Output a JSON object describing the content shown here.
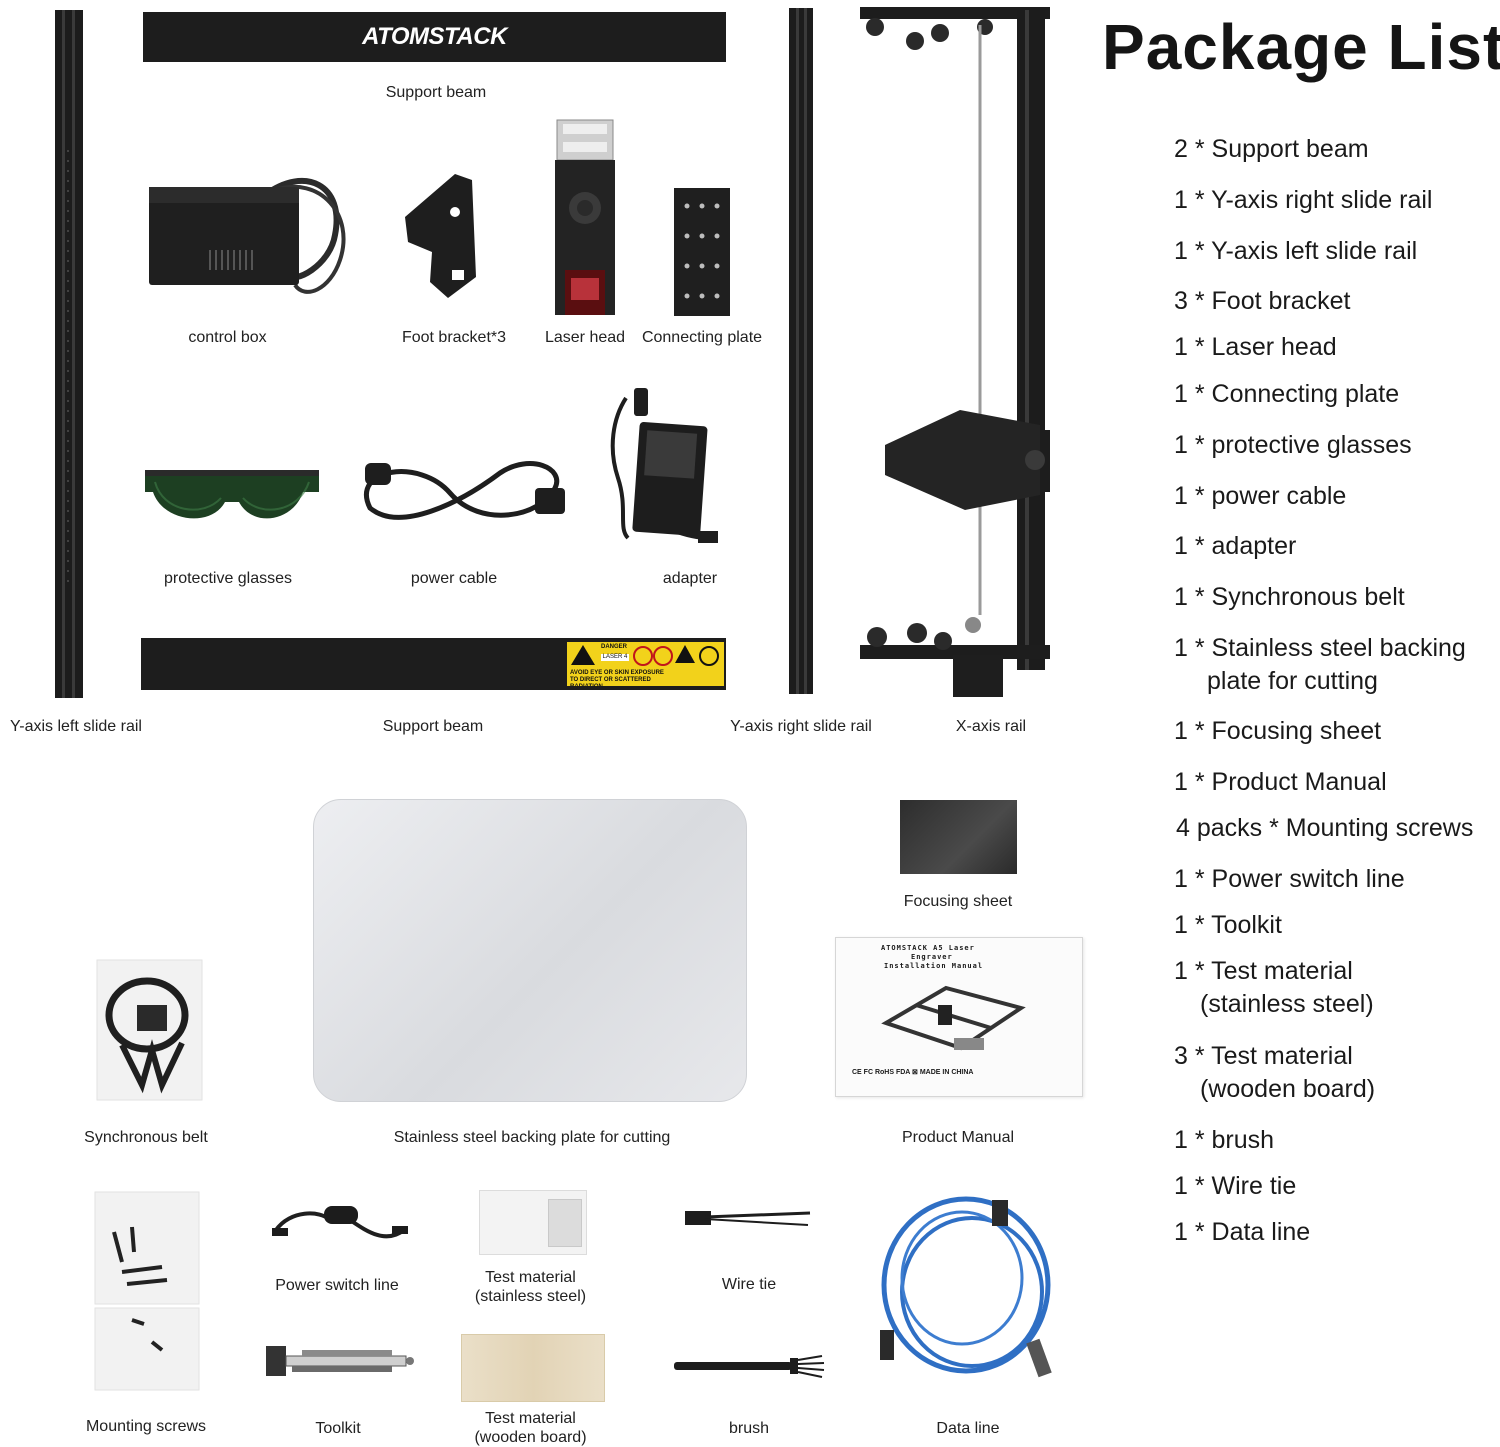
{
  "header": {
    "title": "Package List"
  },
  "package_list": [
    "2 * Support beam",
    "1 * Y-axis right slide rail",
    "1 * Y-axis left slide rail",
    "3 * Foot bracket",
    "1 * Laser head",
    "1 * Connecting plate",
    "1 * protective glasses",
    "1 * power cable",
    "1 * adapter",
    "1 * Synchronous belt",
    "1 * Stainless steel backing",
    "plate for cutting",
    "1 * Focusing sheet",
    "1 * Product Manual",
    "4 packs * Mounting screws",
    "1 * Power switch line",
    "1 * Toolkit",
    "1 * Test material",
    "(stainless steel)",
    "3 * Test material",
    "(wooden board)",
    "1 * brush",
    "1 * Wire tie",
    "1 * Data line"
  ],
  "captions": {
    "support_beam_top": "Support beam",
    "control_box": "control box",
    "foot_bracket": "Foot bracket*3",
    "laser_head": "Laser head",
    "connecting_plate": "Connecting plate",
    "protective_glasses": "protective glasses",
    "power_cable": "power cable",
    "adapter": "adapter",
    "y_left_rail": "Y-axis left slide rail",
    "support_beam_bottom": "Support beam",
    "y_right_rail": "Y-axis right slide rail",
    "x_axis_rail": "X-axis rail",
    "focusing_sheet": "Focusing sheet",
    "synchronous_belt": "Synchronous belt",
    "backing_plate": "Stainless steel backing plate for cutting",
    "product_manual": "Product Manual",
    "power_switch_line": "Power switch line",
    "test_steel_1": "Test material",
    "test_steel_2": "(stainless steel)",
    "wire_tie": "Wire tie",
    "mounting_screws": "Mounting screws",
    "toolkit": "Toolkit",
    "test_wood_1": "Test material",
    "test_wood_2": "(wooden board)",
    "brush": "brush",
    "data_line": "Data line"
  },
  "brand": {
    "logo_text": "ATOMSTACK"
  },
  "manual": {
    "title_line1": "ATOMSTACK A5 Laser",
    "title_line2": "Engraver",
    "title_line3": "Installation Manual",
    "footer": "CE FC RoHS FDA ⊠ MADE IN CHINA"
  },
  "warning_label": {
    "danger": "DANGER",
    "laser_class": "LASER 4",
    "text": "AVOID EYE OR SKIN EXPOSURE TO DIRECT OR SCATTERED RADIATION"
  },
  "colors": {
    "accent_yellow": "#f2d21b",
    "metal_black": "#1c1c1c",
    "usb_blue": "#2f6fc4",
    "plate_silver": "#e4e6ea",
    "wood": "#e8dcc3"
  }
}
